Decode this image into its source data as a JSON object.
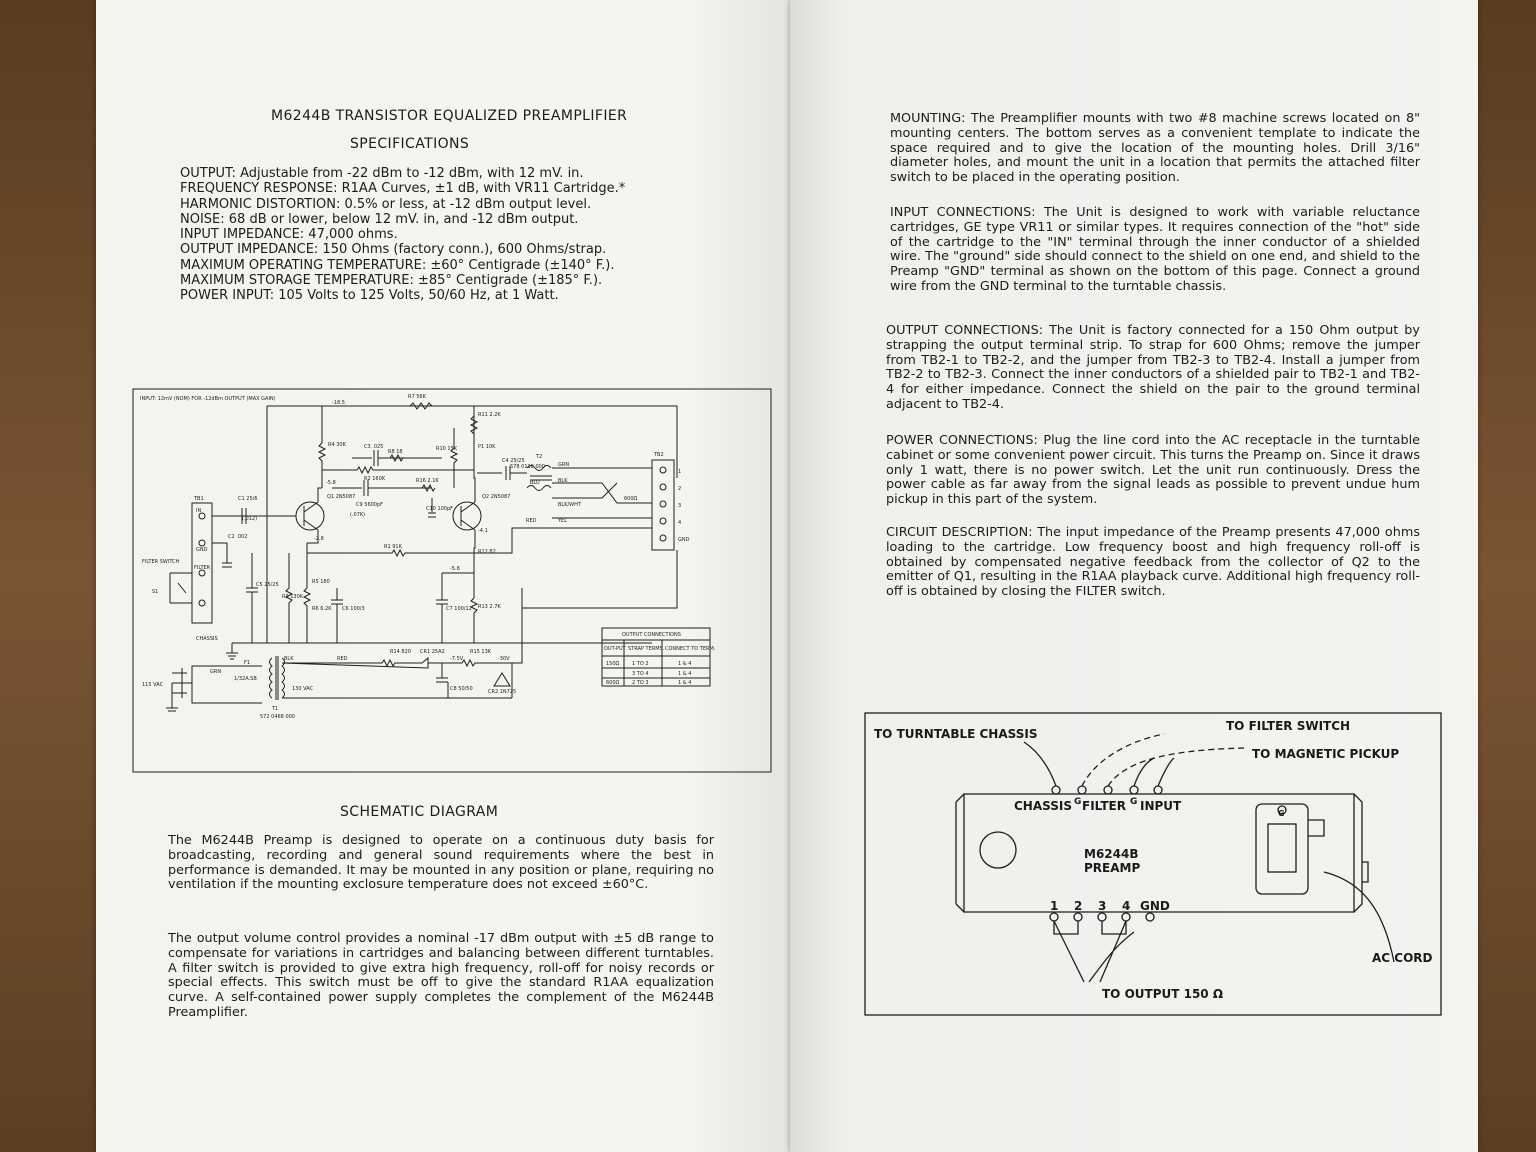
{
  "left": {
    "title": "M6244B TRANSISTOR EQUALIZED PREAMPLIFIER",
    "subtitle": "SPECIFICATIONS",
    "specs": [
      "OUTPUT: Adjustable from -22 dBm to -12 dBm, with 12 mV. in.",
      "FREQUENCY RESPONSE:  R1AA Curves, ±1 dB, with VR11 Cartridge.*",
      "HARMONIC DISTORTION: 0.5% or less, at -12 dBm output level.",
      "NOISE: 68 dB or lower, below 12 mV. in, and -12 dBm output.",
      "INPUT IMPEDANCE: 47,000 ohms.",
      "OUTPUT IMPEDANCE: 150 Ohms (factory conn.), 600 Ohms/strap.",
      "MAXIMUM OPERATING TEMPERATURE: ±60° Centigrade (±140° F.).",
      "MAXIMUM STORAGE TEMPERATURE: ±85° Centigrade (±185° F.).",
      "POWER INPUT: 105 Volts to 125 Volts, 50/60 Hz, at 1 Watt."
    ],
    "schematic": {
      "input_note": "INPUT: 12mV (NOM) FOR -12dBm OUTPUT (MAX GAIN)",
      "labels": {
        "tb1": "TB1",
        "in": "IN",
        "gnd": "GND",
        "filter": "FILTER",
        "filter_switch": "FILTER SWITCH",
        "s1": "S1",
        "chassis": "CHASSIS",
        "vac": "115 VAC",
        "grn": "GRN",
        "blk": "BLK",
        "red": "RED",
        "f1": "F1",
        "fuse": "1/32A.SB",
        "t1": "T1",
        "t1_part": "572 0468 000",
        "v130": "130 VAC",
        "q1": "Q1 2N5087",
        "q2": "Q2 2N5087",
        "r1": "R1 91K",
        "r2": "R2 160K",
        "r3": "R3 130K",
        "r4": "R4 30K",
        "r5": "R5 180",
        "r6": "R6 6.2K",
        "r7": "R7 56K",
        "r8": "R8 18",
        "r10": "R10 15K",
        "r11": "R11 2.2K",
        "r12": "R12 82",
        "r13": "R13 2.7K",
        "r14": "R14 820",
        "r15": "R15 13K",
        "r16": "R16 2.1K",
        "rp": "P1 10K",
        "c1": "C1 25/6",
        "c2": "C2 .002",
        "c3": "C3 .025",
        "c4": "C4 25/25",
        "c5": "C5 25/25",
        "c6": "C6 100/3",
        "c7": "C7 100/12",
        "c8": "C8 50/50",
        "c9": "C9 5600pF",
        "c10": "C10 100pF",
        "cr1": "CR1 25A2",
        "cr2": "CR2 1N725",
        "t2": "T2",
        "t2_part": "578 0118 000",
        "tb2": "TB2",
        "grn2": "GRN",
        "blu": "BLU",
        "blk2": "BLK",
        "blkwht": "BLK/WHT",
        "yel": "YEL",
        "ohm600": "600Ω",
        "v185": "-18.5",
        "v58": "-5.8",
        "v28": "-2.8",
        "v58b": "-5.8",
        "v075": "(.07K)",
        "v012": "(.012)",
        "v75": "-7.5V",
        "v30": "-30V",
        "v41": "-4.1",
        "tb2_terms": [
          "1",
          "2",
          "3",
          "4",
          "GND"
        ]
      },
      "output_table": {
        "title": "OUTPUT CONNECTIONS",
        "headers": [
          "OUT-PUT",
          "STRAP TERMS.",
          "CONNECT TO TERM."
        ],
        "rows": [
          [
            "150Ω",
            "1 TO 2",
            "1 & 4"
          ],
          [
            "",
            "3 TO 4",
            "1 & 4"
          ],
          [
            "600Ω",
            "2 TO 3",
            "1 & 4"
          ]
        ]
      }
    },
    "schematic_caption": "SCHEMATIC DIAGRAM",
    "para1": "The M6244B Preamp is designed to operate on a continuous duty basis for broadcasting, recording and general sound requirements where the best in performance is demanded. It may be mounted in any position or plane, requiring no ventilation if the mounting exclosure temperature does not exceed ±60°C.",
    "para2": "The output volume control provides a nominal -17 dBm output with ±5 dB range to compensate for variations in cartridges and balancing between different turntables. A filter switch is provided to give extra high frequency, roll-off for noisy records or special effects. This switch must be off to give the standard R1AA equalization curve. A self-contained power supply completes the complement of the M6244B Preamplifier."
  },
  "right": {
    "mounting": "MOUNTING: The Preamplifier mounts with two #8 machine screws located on 8\" mounting centers. The bottom serves as a convenient template to indicate the space required and to give the location of the mounting holes. Drill 3/16\" diameter holes, and mount the unit in a location that permits the attached filter switch to be placed in the operating position.",
    "input_conn": "INPUT CONNECTIONS: The Unit is designed to work with variable reluctance cartridges, GE type VR11 or similar types. It requires connection of the \"hot\" side of the cartridge to the \"IN\" terminal through the inner conductor of a shielded wire. The \"ground\" side should connect to the shield on one end, and shield to the Preamp \"GND\" terminal as shown on the bottom of this page. Connect a ground wire from the GND terminal to the turntable chassis.",
    "output_conn": "OUTPUT CONNECTIONS: The Unit is factory connected for a 150 Ohm output by strapping the output terminal strip. To strap for 600 Ohms; remove the jumper from TB2-1 to TB2-2, and the jumper from TB2-3 to TB2-4. Install a jumper from TB2-2 to TB2-3. Connect the inner conductors of a shielded pair to TB2-1 and TB2-4 for either impedance. Connect the shield on the pair to the ground terminal adjacent to TB2-4.",
    "power_conn": "POWER CONNECTIONS: Plug the line cord into the AC receptacle in the turntable cabinet or some convenient power circuit. This turns the Preamp on. Since it draws only 1 watt, there is no power switch. Let the unit run continuously. Dress the power cable as far away from the signal leads as possible to prevent undue hum pickup in this part of the system.",
    "circuit_desc": "CIRCUIT DESCRIPTION: The input impedance of the Preamp presents 47,000 ohms loading to the cartridge. Low frequency boost and high frequency roll-off is obtained by compensated negative feedback from the collector of Q2 to the emitter of Q1, resulting in the R1AA playback curve. Additional high frequency roll-off is obtained by closing the FILTER switch.",
    "diagram": {
      "to_chassis": "TO TURNTABLE CHASSIS",
      "to_filter": "TO FILTER SWITCH",
      "to_pickup": "TO MAGNETIC PICKUP",
      "chassis": "CHASSIS",
      "g1": "G",
      "filter": "FILTER",
      "g2": "G",
      "input": "INPUT",
      "model": "M6244B",
      "preamp": "PREAMP",
      "t1": "1",
      "t2": "2",
      "t3": "3",
      "t4": "4",
      "tgnd": "GND",
      "ac_cord": "AC CORD",
      "to_output": "TO OUTPUT 150 Ω",
      "g3": "G"
    }
  }
}
